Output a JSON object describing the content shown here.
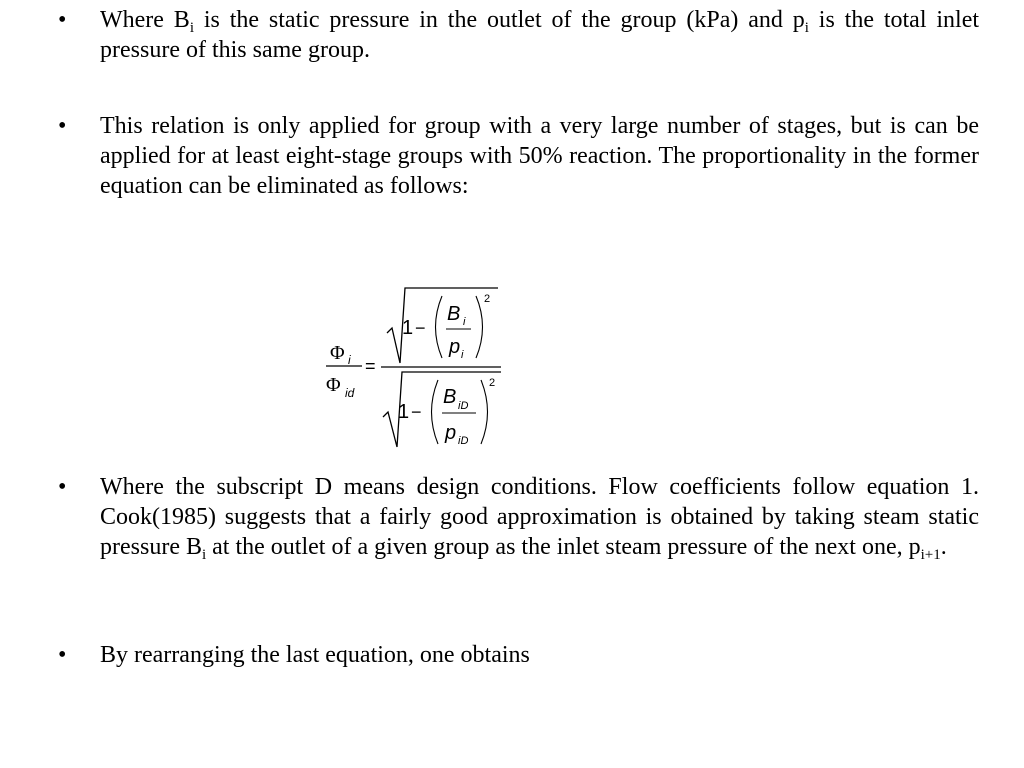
{
  "bullets": {
    "symbol": "•",
    "b1": {
      "part1": "Where B",
      "sub1": "i",
      "part2": " is the static pressure in the outlet of the group (kPa) and p",
      "sub2": "i",
      "part3": " is the total inlet pressure of this same group."
    },
    "b2": {
      "text": "This relation is only applied for group with a very large number of stages, but is can be applied for at least eight-stage groups with 50% reaction. The proportionality in the former equation can be eliminated as follows:"
    },
    "b3": {
      "part1": "Where the subscript D means design conditions. Flow coefficients follow equation 1. Cook(1985) suggests that a fairly good approximation is obtained by taking steam static pressure B",
      "sub1": "i",
      "part2": " at the outlet of a given group as the inlet steam pressure of the next one, p",
      "sub2": "i+1",
      "part3": "."
    },
    "b4": {
      "text": "By rearranging the last equation, one obtains"
    }
  },
  "equation": {
    "phi": "Φ",
    "sub_i": "i",
    "sub_id": "id",
    "equals": "=",
    "one": "1",
    "minus": "−",
    "B": "B",
    "p": "p",
    "sub_iD": "iD",
    "exponent": "2"
  }
}
